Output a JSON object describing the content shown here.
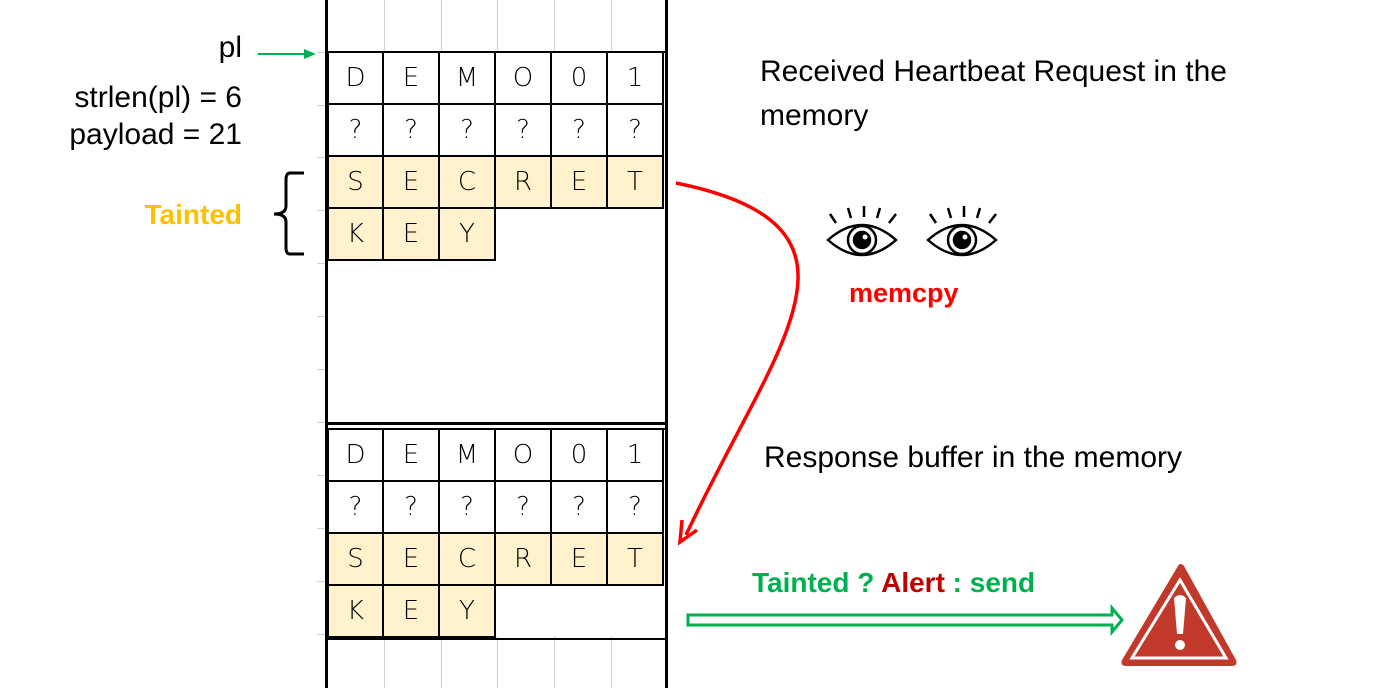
{
  "left_labels": {
    "pointer": "pl",
    "strlen": "strlen(pl) = 6",
    "payload": "payload = 21",
    "tainted": "Tainted"
  },
  "request_buffer": {
    "description": "Received Heartbeat Request in the memory",
    "rows": [
      {
        "cells": [
          "D",
          "E",
          "M",
          "O",
          "0",
          "1"
        ],
        "tainted": false
      },
      {
        "cells": [
          "?",
          "?",
          "?",
          "?",
          "?",
          "?"
        ],
        "tainted": false
      },
      {
        "cells": [
          "S",
          "E",
          "C",
          "R",
          "E",
          "T"
        ],
        "tainted": true
      },
      {
        "cells": [
          "K",
          "E",
          "Y"
        ],
        "tainted": true
      }
    ]
  },
  "response_buffer": {
    "description": "Response buffer in the memory",
    "rows": [
      {
        "cells": [
          "D",
          "E",
          "M",
          "O",
          "0",
          "1"
        ],
        "tainted": false
      },
      {
        "cells": [
          "?",
          "?",
          "?",
          "?",
          "?",
          "?"
        ],
        "tainted": false
      },
      {
        "cells": [
          "S",
          "E",
          "C",
          "R",
          "E",
          "T"
        ],
        "tainted": true
      },
      {
        "cells": [
          "K",
          "E",
          "Y"
        ],
        "tainted": true
      }
    ]
  },
  "copy_op": {
    "label": "memcpy",
    "icon": "eyes-icon"
  },
  "check": {
    "part1": "Tainted ? ",
    "part2": "Alert",
    "part3": " : send",
    "icon": "warning-triangle-icon"
  },
  "colors": {
    "taint_fill": "#fff2cc",
    "taint_label": "#ffc000",
    "arrow_red": "#ff0000",
    "check_green": "#00b050",
    "alert_red": "#c00000",
    "warning_fill": "#c0392b"
  }
}
